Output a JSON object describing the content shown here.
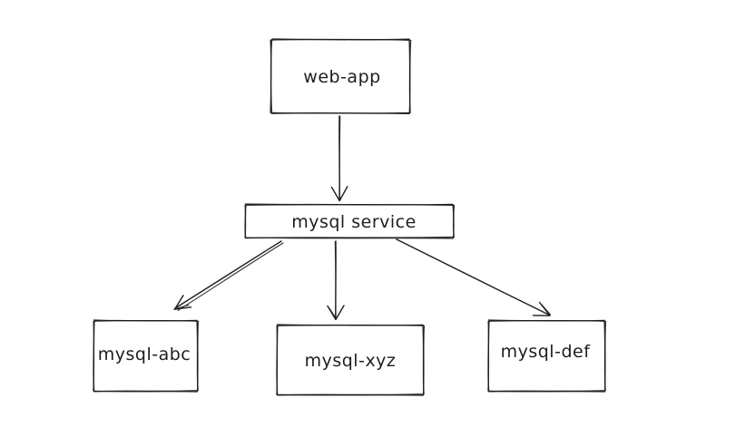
{
  "canvas": {
    "background_color": "#ffffff",
    "stroke_color": "#1e1e1e"
  },
  "nodes": {
    "web_app": {
      "label": "web-app"
    },
    "mysql_service": {
      "label": "mysql service"
    },
    "mysql_abc": {
      "label": "mysql-abc"
    },
    "mysql_xyz": {
      "label": "mysql-xyz"
    },
    "mysql_def": {
      "label": "mysql-def"
    }
  },
  "edges": [
    {
      "from": "web-app",
      "to": "mysql service"
    },
    {
      "from": "mysql service",
      "to": "mysql-abc"
    },
    {
      "from": "mysql service",
      "to": "mysql-xyz"
    },
    {
      "from": "mysql service",
      "to": "mysql-def"
    }
  ]
}
